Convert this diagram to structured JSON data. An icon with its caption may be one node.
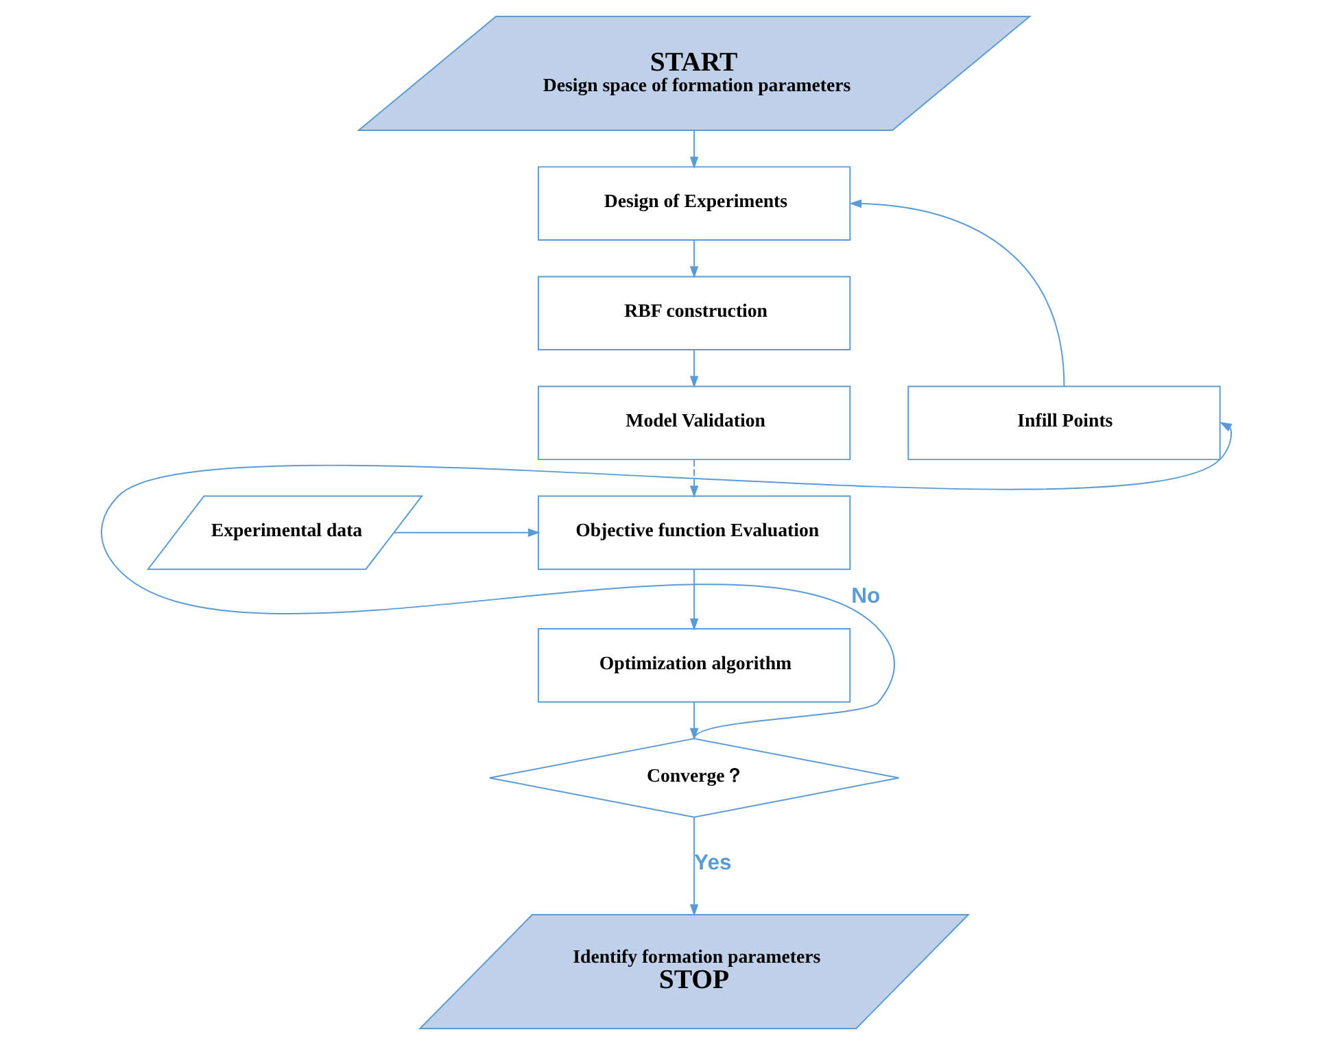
{
  "diagram": {
    "nodes": [
      {
        "text": [
          "START",
          "Design space of formation parameters"
        ]
      },
      {
        "text": [
          "Design of Experiments"
        ]
      },
      {
        "text": [
          "RBF construction"
        ]
      },
      {
        "text": [
          "Model Validation"
        ]
      },
      {
        "text": [
          "Experimental data"
        ]
      },
      {
        "text": [
          "Objective function Evaluation"
        ]
      },
      {
        "text": [
          "Optimization algorithm"
        ]
      },
      {
        "text": [
          "Converge？"
        ]
      },
      {
        "text": [
          "Infill Points"
        ]
      },
      {
        "text": [
          "Identify formation parameters",
          "STOP"
        ]
      }
    ],
    "edges": [
      {
        "from": 0,
        "to": 1,
        "arrow": "to"
      },
      {
        "from": 1,
        "to": 2,
        "arrow": "to"
      },
      {
        "from": 2,
        "to": 3,
        "arrow": "to"
      },
      {
        "from": 3,
        "to": 5,
        "arrow": "to",
        "style": "dashed"
      },
      {
        "from": 4,
        "to": 5,
        "arrow": "to"
      },
      {
        "from": 5,
        "to": 6,
        "arrow": "to"
      },
      {
        "from": 6,
        "to": 7,
        "arrow": "to"
      },
      {
        "from": 7,
        "to": 9,
        "arrow": "to",
        "label": "Yes"
      },
      {
        "from": 7,
        "to": 8,
        "arrow": "to",
        "label": "No"
      },
      {
        "from": 8,
        "to": 1,
        "arrow": "to"
      }
    ]
  }
}
